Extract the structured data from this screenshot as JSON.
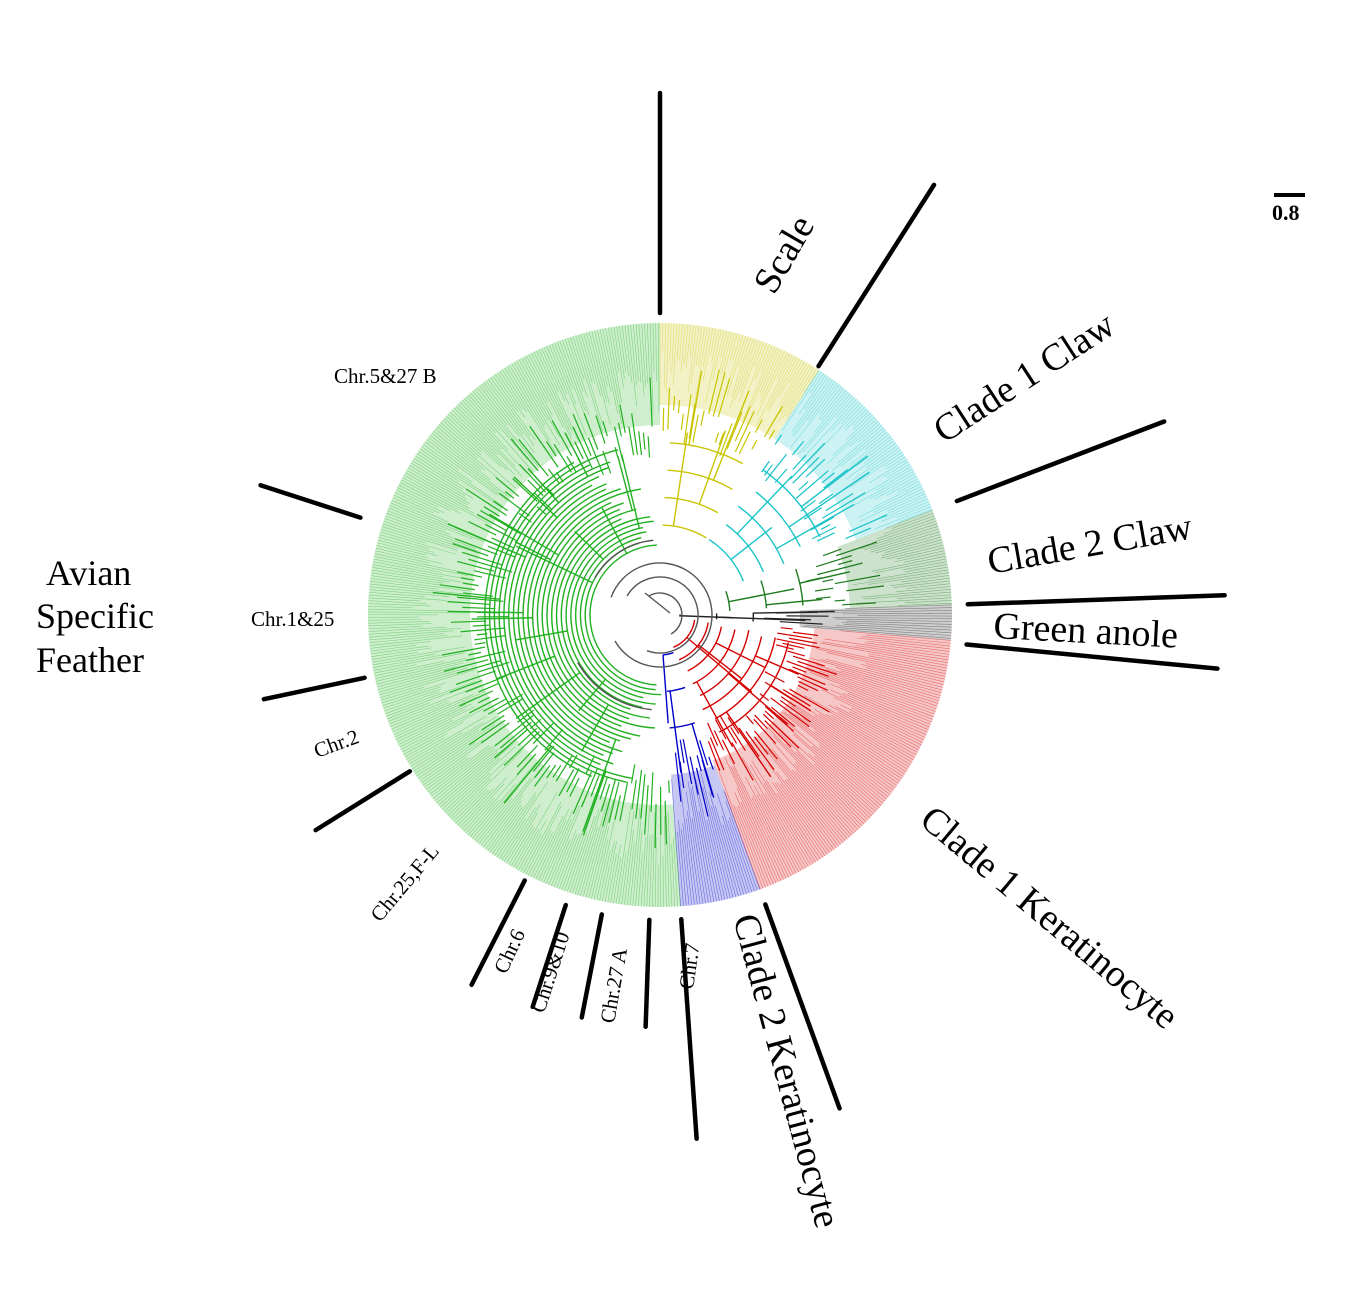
{
  "colors": {
    "scale_clade": "#c8c400",
    "claw1_clade": "#19c4c8",
    "claw2_clade": "#1c7a1c",
    "anole_clade": "#222222",
    "kerat1_clade": "#d40000",
    "kerat2_clade": "#0000c8",
    "feather_clade": "#20b020",
    "backbone": "#555555"
  },
  "labels": {
    "scale": "Scale",
    "clade1_claw": "Clade 1 Claw",
    "clade2_claw": "Clade 2 Claw",
    "green_anole": "Green anole",
    "clade1_keratinocyte": "Clade 1 Keratinocyte",
    "clade2_keratinocyte": "Clade 2 Keratinocyte",
    "chr7": "Chr.7",
    "chr27a": "Chr.27 A",
    "chr9_10": "Chr.9&10",
    "chr6": "Chr.6",
    "chr25_fl": "Chr.25,F-L",
    "chr2": "Chr.2",
    "chr1_25": "Chr.1&25",
    "chr5_27b": "Chr.5&27 B",
    "avian_line1": "Avian",
    "avian_line2": "Specific",
    "avian_line3": "Feather"
  },
  "scale_bar": {
    "value": "0.8"
  }
}
